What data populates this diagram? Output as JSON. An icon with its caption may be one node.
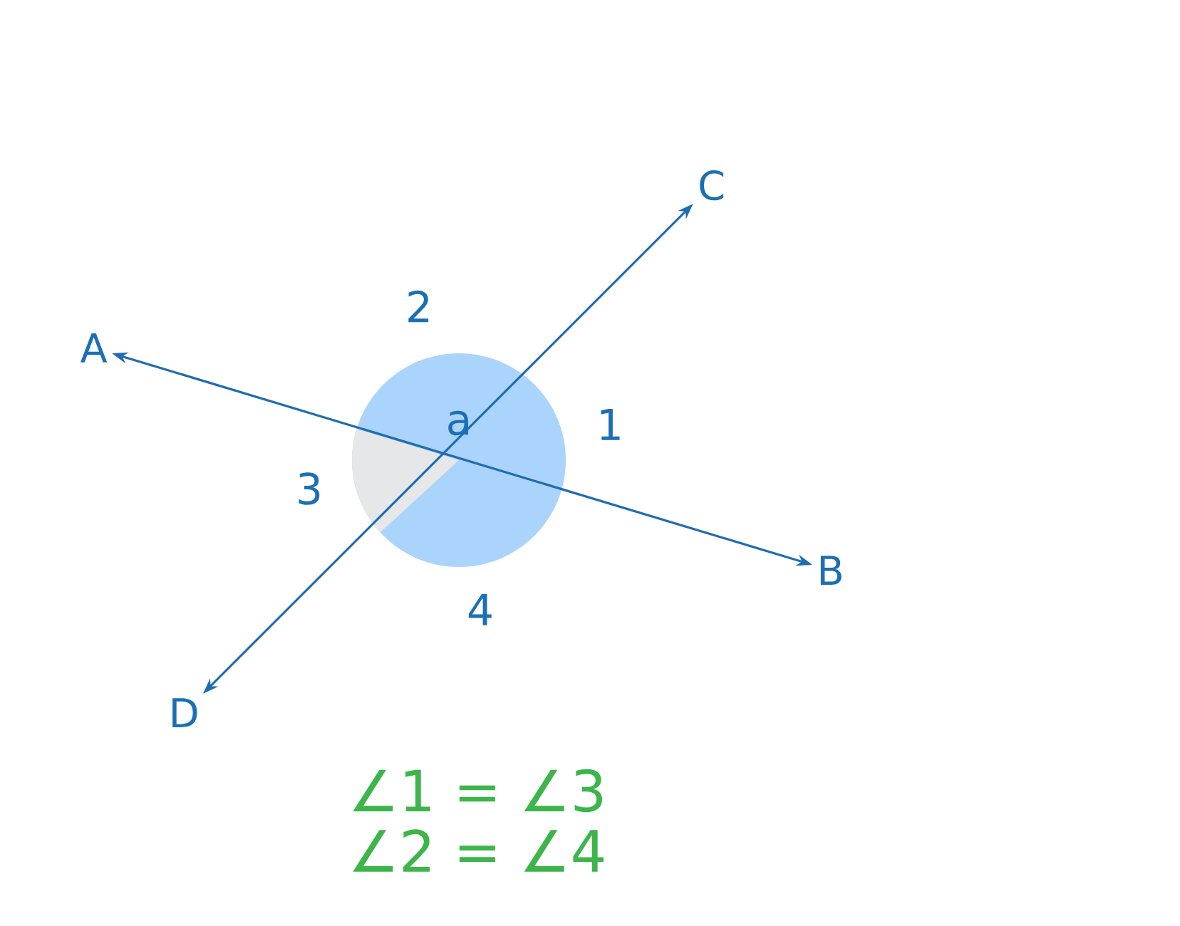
{
  "diagram": {
    "nodes": [
      {
        "text": [
          "A"
        ]
      },
      {
        "text": [
          "B"
        ]
      },
      {
        "text": [
          "C"
        ]
      },
      {
        "text": [
          "D"
        ]
      }
    ],
    "edges": [
      {
        "from": 0,
        "to": 1,
        "arrow": "both"
      },
      {
        "from": 3,
        "to": 2,
        "arrow": "both"
      }
    ],
    "labels": [
      "2",
      "1",
      "3",
      "a",
      "4",
      "∠1 = ∠3",
      "∠2 = ∠4"
    ]
  }
}
